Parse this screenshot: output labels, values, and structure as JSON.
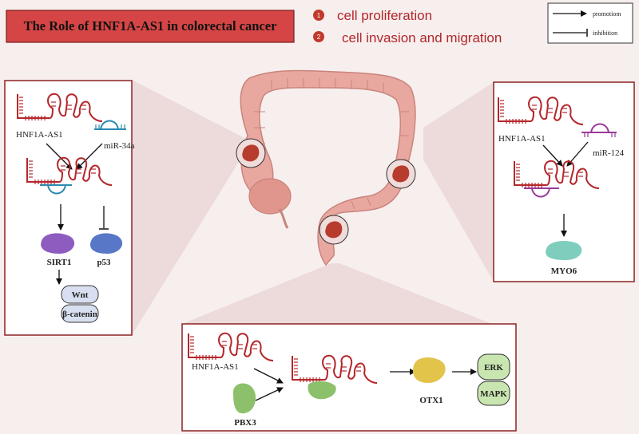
{
  "title": "The Role of HNF1A-AS1 in colorectal cancer",
  "points": [
    {
      "num": "1",
      "text": "cell proliferation"
    },
    {
      "num": "2",
      "text": "cell invasion and migration"
    }
  ],
  "legend": {
    "promotion": "promotiom",
    "inhibition": "inhibition"
  },
  "panel_left": {
    "lncrna": "HNF1A-AS1",
    "mirna": "miR-34a",
    "target1": "SIRT1",
    "target2": "p53",
    "path1": "Wnt",
    "path2": "β-catenin"
  },
  "panel_right": {
    "lncrna": "HNF1A-AS1",
    "mirna": "miR-124",
    "target": "MYO6"
  },
  "panel_bottom": {
    "lncrna": "HNF1A-AS1",
    "partner": "PBX3",
    "target": "OTX1",
    "path1": "ERK",
    "path2": "MAPK"
  },
  "colors": {
    "title_bg": "#d64545",
    "accent_red": "#c0392b",
    "panel_border": "#8b2222",
    "rna": "#b5262a",
    "mirna_blue": "#2a8ab0",
    "mirna_purple": "#9b3a9b",
    "sirt1": "#8e5bbf",
    "p53": "#5877c6",
    "myo6": "#7fcdbd",
    "pbx3": "#8dc06b",
    "otx1": "#e2c44a",
    "erk": "#c9e6b0",
    "wnt": "#d7dff0",
    "colon": "#e8a79f"
  }
}
